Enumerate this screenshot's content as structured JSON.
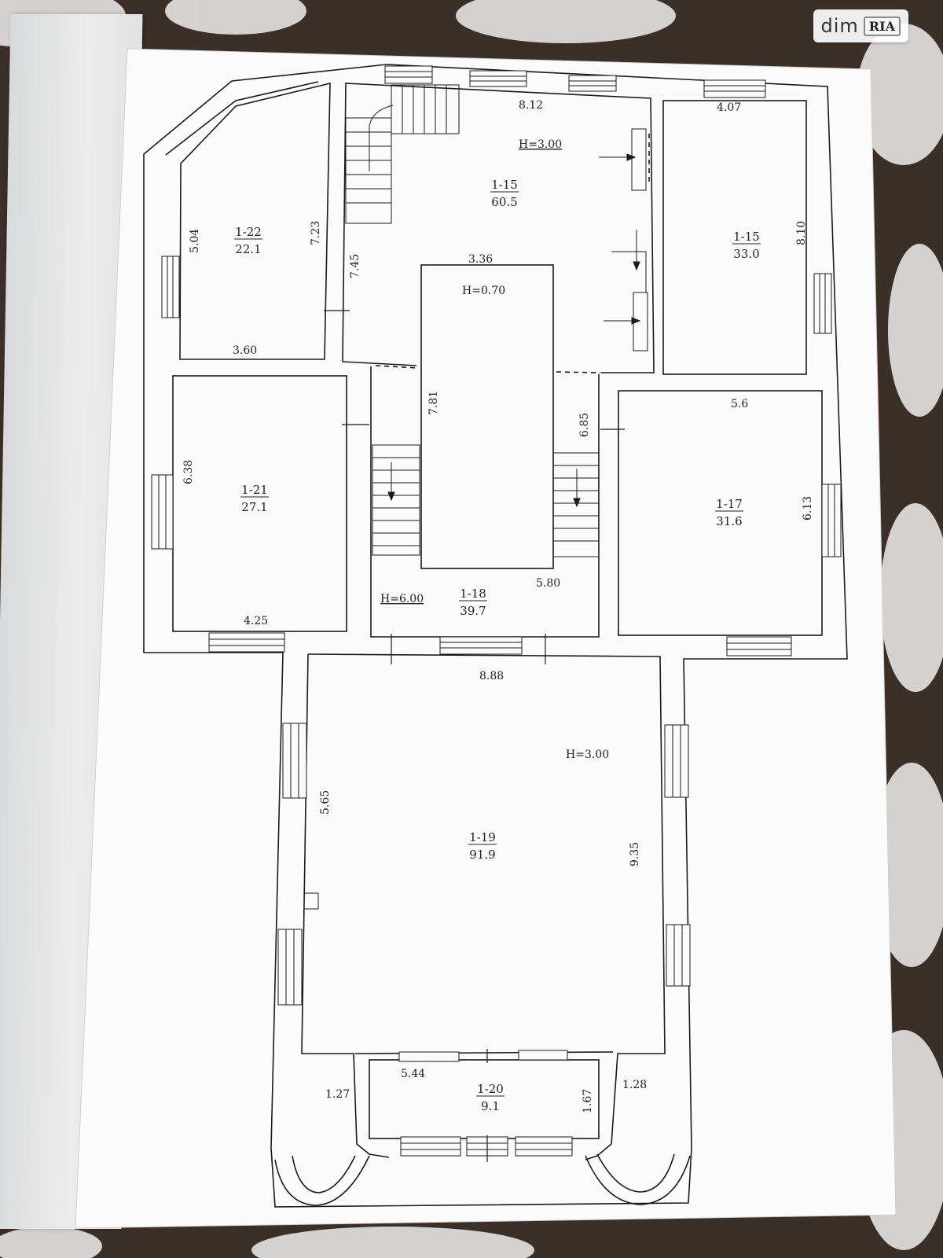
{
  "watermark": {
    "brand": "dim",
    "logo": "RIA"
  },
  "rooms": [
    {
      "id": "1-22",
      "area": "22.1"
    },
    {
      "id": "1-15",
      "area": "60.5"
    },
    {
      "id": "1-15",
      "area": "33.0"
    },
    {
      "id": "1-21",
      "area": "27.1"
    },
    {
      "id": "1-17",
      "area": "31.6"
    },
    {
      "id": "1-18",
      "area": "39.7"
    },
    {
      "id": "1-19",
      "area": "91.9"
    },
    {
      "id": "1-20",
      "area": "9.1"
    }
  ],
  "heights": [
    "H=3.00",
    "H=0.70",
    "H=6.00",
    "H=3.00"
  ],
  "dimensions": [
    "8.12",
    "4.07",
    "5.04",
    "7.23",
    "7.45",
    "8.10",
    "3.36",
    "3.60",
    "7.81",
    "6.85",
    "5.6",
    "6.38",
    "6.13",
    "5.80",
    "4.25",
    "8.88",
    "5.65",
    "9.35",
    "5.44",
    "1.27",
    "1.67",
    "1.28"
  ],
  "colors": {
    "sheet": "#fbfbfb",
    "line": "#1a1a1a",
    "table": "#3a2e28"
  }
}
